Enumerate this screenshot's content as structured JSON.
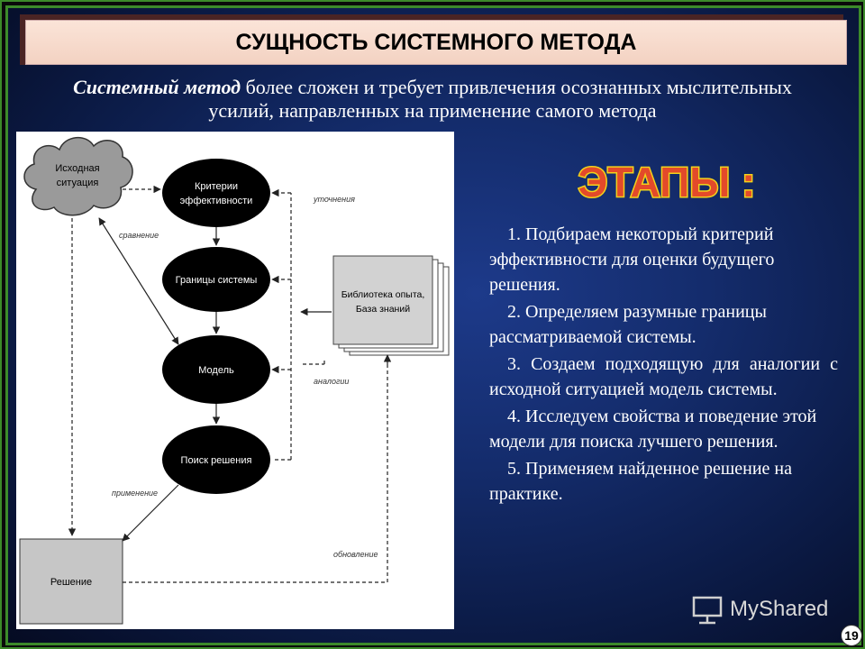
{
  "title": "СУЩНОСТЬ СИСТЕМНОГО МЕТОДА",
  "intro": {
    "emphasis": "Системный метод",
    "line1_rest": " более сложен и требует привлечения осознанных мыслительных",
    "line2": "усилий, направленных на применение самого метода"
  },
  "diagram": {
    "initial_line1": "Исходная",
    "initial_line2": "ситуация",
    "criteria_line1": "Критерии",
    "criteria_line2": "эффективности",
    "boundaries": "Границы системы",
    "model": "Модель",
    "search": "Поиск решения",
    "library_line1": "Библиотека опыта,",
    "library_line2": "База знаний",
    "solution": "Решение",
    "label_clarification": "уточнения",
    "label_comparison": "сравнение",
    "label_analogies": "аналогии",
    "label_application": "применение",
    "label_update": "обновление"
  },
  "stages_heading": "ЭТАПЫ :",
  "steps": [
    "1. Подбираем некоторый критерий эффективности для оценки будущего решения.",
    "2. Определяем разумные границы рассматриваемой системы.",
    "3. Создаем подходящую для аналогии с исходной ситуацией модель системы.",
    "4. Исследуем свойства и поведение этой модели для поиска лучшего решения.",
    "5. Применяем найденное решение на практике."
  ],
  "watermark": "MyShared",
  "page_number": "19",
  "colors": {
    "frame": "#3c8a2a",
    "background": "#142c6c",
    "stages_fill": "#e34a2a",
    "stages_outline": "#f3d21a"
  }
}
